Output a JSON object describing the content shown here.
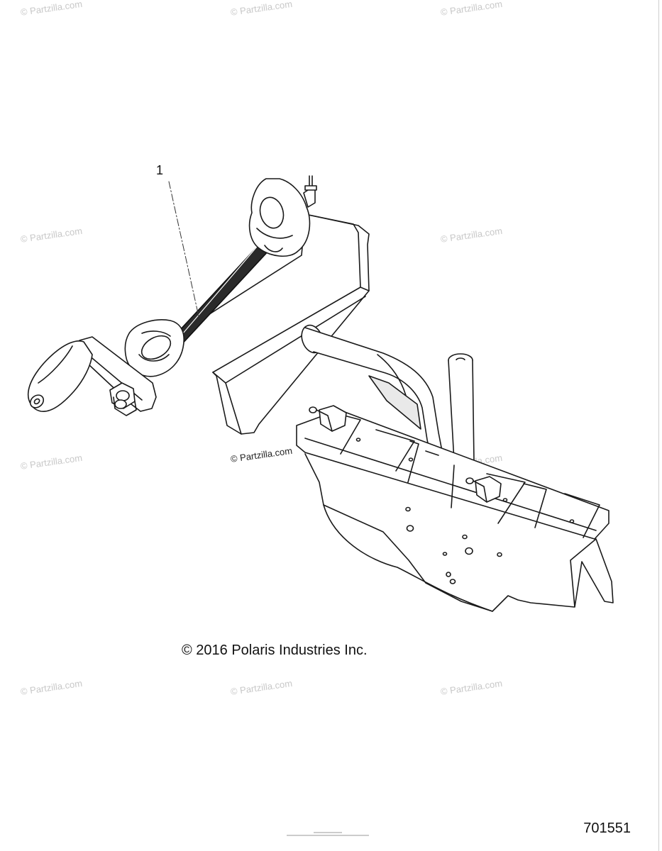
{
  "diagram": {
    "callout_number": "1",
    "copyright": "© 2016 Polaris Industries Inc.",
    "partzilla_tag": "© Partzilla.com",
    "diagram_id": "701551",
    "watermark_text": "© Partzilla.com",
    "colors": {
      "line": "#1a1a1a",
      "fill": "#ffffff",
      "shaft": "#2a2a2a",
      "watermark": "#c8c8c8"
    }
  }
}
